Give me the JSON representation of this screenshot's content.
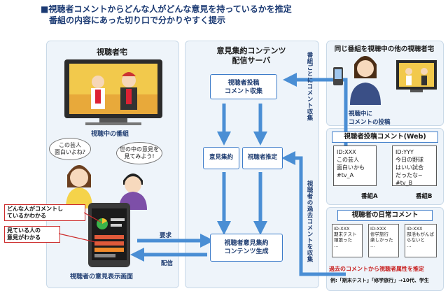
{
  "header": {
    "line1": "■視聴者コメントからどんな人がどんな意見を持っているかを推定",
    "line2": "番組の内容にあった切り口で分かりやすく提示"
  },
  "left_panel": {
    "title": "視聴者宅",
    "tv_caption": "視聴中の番組",
    "bubble1": "この芸人\n面白いよね?",
    "bubble2": "世の中の意見を\n見てみよう!",
    "note1": "どんな人がコメントし\nているかわかる",
    "note2": "見ている人の\n意見がわかる",
    "screen_caption": "視聴者の意見表示画面"
  },
  "center_panel": {
    "title_line1": "意見集約コンテンツ",
    "title_line2": "配信サーバ",
    "box_collect": "視聴者投稿\nコメント収集",
    "box_aggregate": "意見集約",
    "box_estimate": "視聴者推定",
    "box_generate": "視聴者意見集約\nコンテンツ生成"
  },
  "arrows": {
    "request": "要求",
    "deliver": "配信",
    "collect_by_program": "番組ごとにコメント収集",
    "collect_past": "視聴者の過去コメントを収集",
    "post_while_watching": "視聴中に\nコメントの投稿"
  },
  "right_top": {
    "title": "同じ番組を視聴中の他の視聴者宅"
  },
  "right_mid": {
    "title": "視聴者投稿コメント(Web)",
    "card_a": "ID:XXX\nこの芸人\n面白いかも\n#tv_A",
    "card_b": "ID:YYY\n今日の野球\nはいい試合\nだったな~\n#tv_B",
    "label_a": "番組A",
    "label_b": "番組B"
  },
  "right_bottom": {
    "title": "視聴者の日常コメント",
    "doc1": "ID:XXX\n期末テスト\n頑張った\n…",
    "doc2": "ID:XXX\n修学旅行\n楽しかった\n…",
    "doc3": "ID:XXX\n部活もがんば\nらないと\n…",
    "estimate_text": "過去のコメントから視聴者属性を推定",
    "example_text": "例:「期末テスト」「修学旅行」→10代、学生"
  },
  "colors": {
    "arrow": "#4a8ed4",
    "box_border": "#3d7cc9",
    "note_border": "#cc2b2b",
    "estimate_text": "#c81e1e",
    "header_text": "#1b3a73"
  }
}
